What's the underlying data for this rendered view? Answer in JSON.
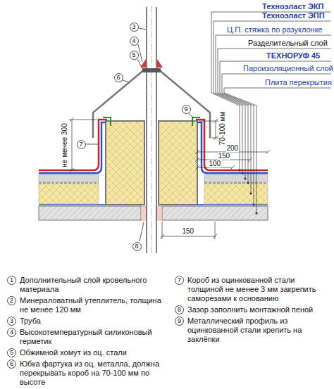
{
  "diagram": {
    "labels": [
      "Техноэласт ЭКП",
      "Техноэласт ЭПП",
      "Ц.П. стяжка по разуклонке",
      "Разделительный слой",
      "ТЕХНОРУФ 45",
      "Пароизоляционный слой",
      "Плита перекрытия",
      "3",
      "4",
      "5",
      "6",
      "7",
      "9",
      "8",
      "70-100 мм",
      "не менее 300",
      "200",
      "150",
      "100",
      "150",
      "1",
      "Дополнительный слой кровельного материала",
      "2",
      "Минераловатный утеплитель, толщина не менее 120 мм",
      "3",
      "Труба",
      "4",
      "Высокотемпературный силиконовый герметик",
      "5",
      "Обжимной хомут из оц. стали",
      "6",
      "Юбка фартука из оц. металла, должна перекрывать короб на 70-100 мм по высоте",
      "7",
      "Короб из оцинкованной стали толщиной не менее 3 мм закрепить саморезами к основанию",
      "8",
      "Зазор заполнить монтажной пеной",
      "9",
      "Металлический профиль из оцинкованной стали крепить на заклёпки"
    ]
  }
}
